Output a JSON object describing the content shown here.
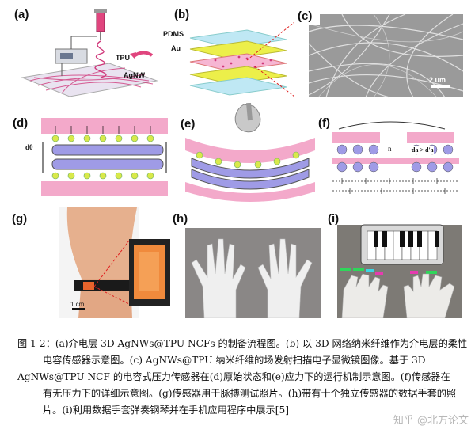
{
  "panels": {
    "a": {
      "label": "(a)",
      "tpu": "TPU",
      "agnw": "AgNW"
    },
    "b": {
      "label": "(b)",
      "pdms": "PDMS",
      "au": "Au"
    },
    "c": {
      "label": "(c)",
      "scale": "2 um"
    },
    "d": {
      "label": "(d)",
      "d0": "d0"
    },
    "e": {
      "label": "(e)"
    },
    "f": {
      "label": "(f)",
      "formula": "da > d'a",
      "n": "n"
    },
    "g": {
      "label": "(g)",
      "scale": "1 cm"
    },
    "h": {
      "label": "(h)"
    },
    "i": {
      "label": "(i)"
    }
  },
  "caption": {
    "lines": [
      "图 1-2：(a)介电层 3D AgNWs@TPU NCFs 的制备流程图。(b) 以 3D 网络纳米纤维作为介电层的柔性",
      "电容传感器示意图。(c) AgNWs@TPU 纳米纤维的场发射扫描电子显微镜图像。基于 3D",
      "AgNWs@TPU NCF 的电容式压力传感器在(d)原始状态和(e)应力下的运行机制示意图。(f)传感器在",
      "有无压力下的详细示意图。(g)传感器用于脉搏测试照片。(h)带有十个独立传感器的数据手套的照",
      "片。(i)利用数据手套弹奏钢琴并在手机应用程序中展示[5]"
    ]
  },
  "watermark": "知乎 @北方论文",
  "colors": {
    "pink": "#f2a6c8",
    "lavender": "#9f9be6",
    "dielectric": "#b7b3f0"
  }
}
